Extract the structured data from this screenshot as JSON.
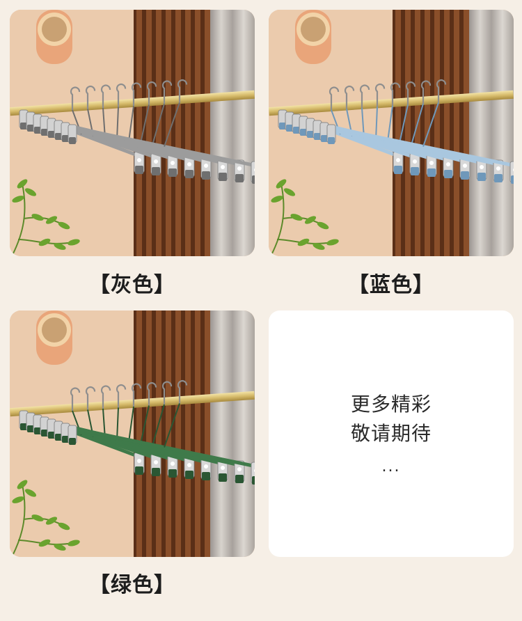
{
  "products": [
    {
      "label": "【灰色】",
      "accent": "#9c9c9c",
      "accent_dark": "#6f6f6f"
    },
    {
      "label": "【蓝色】",
      "accent": "#a9c7df",
      "accent_dark": "#6f98ba"
    },
    {
      "label": "【绿色】",
      "accent": "#3f7a4a",
      "accent_dark": "#2a5633"
    }
  ],
  "placeholder": {
    "line1": "更多精彩",
    "line2": "敬请期待",
    "ellipsis": "..."
  },
  "colors": {
    "wall": "#e7c3a3",
    "wood": "#6b3a1f",
    "rod": "#d9c27a",
    "background": "#f6efe6"
  }
}
